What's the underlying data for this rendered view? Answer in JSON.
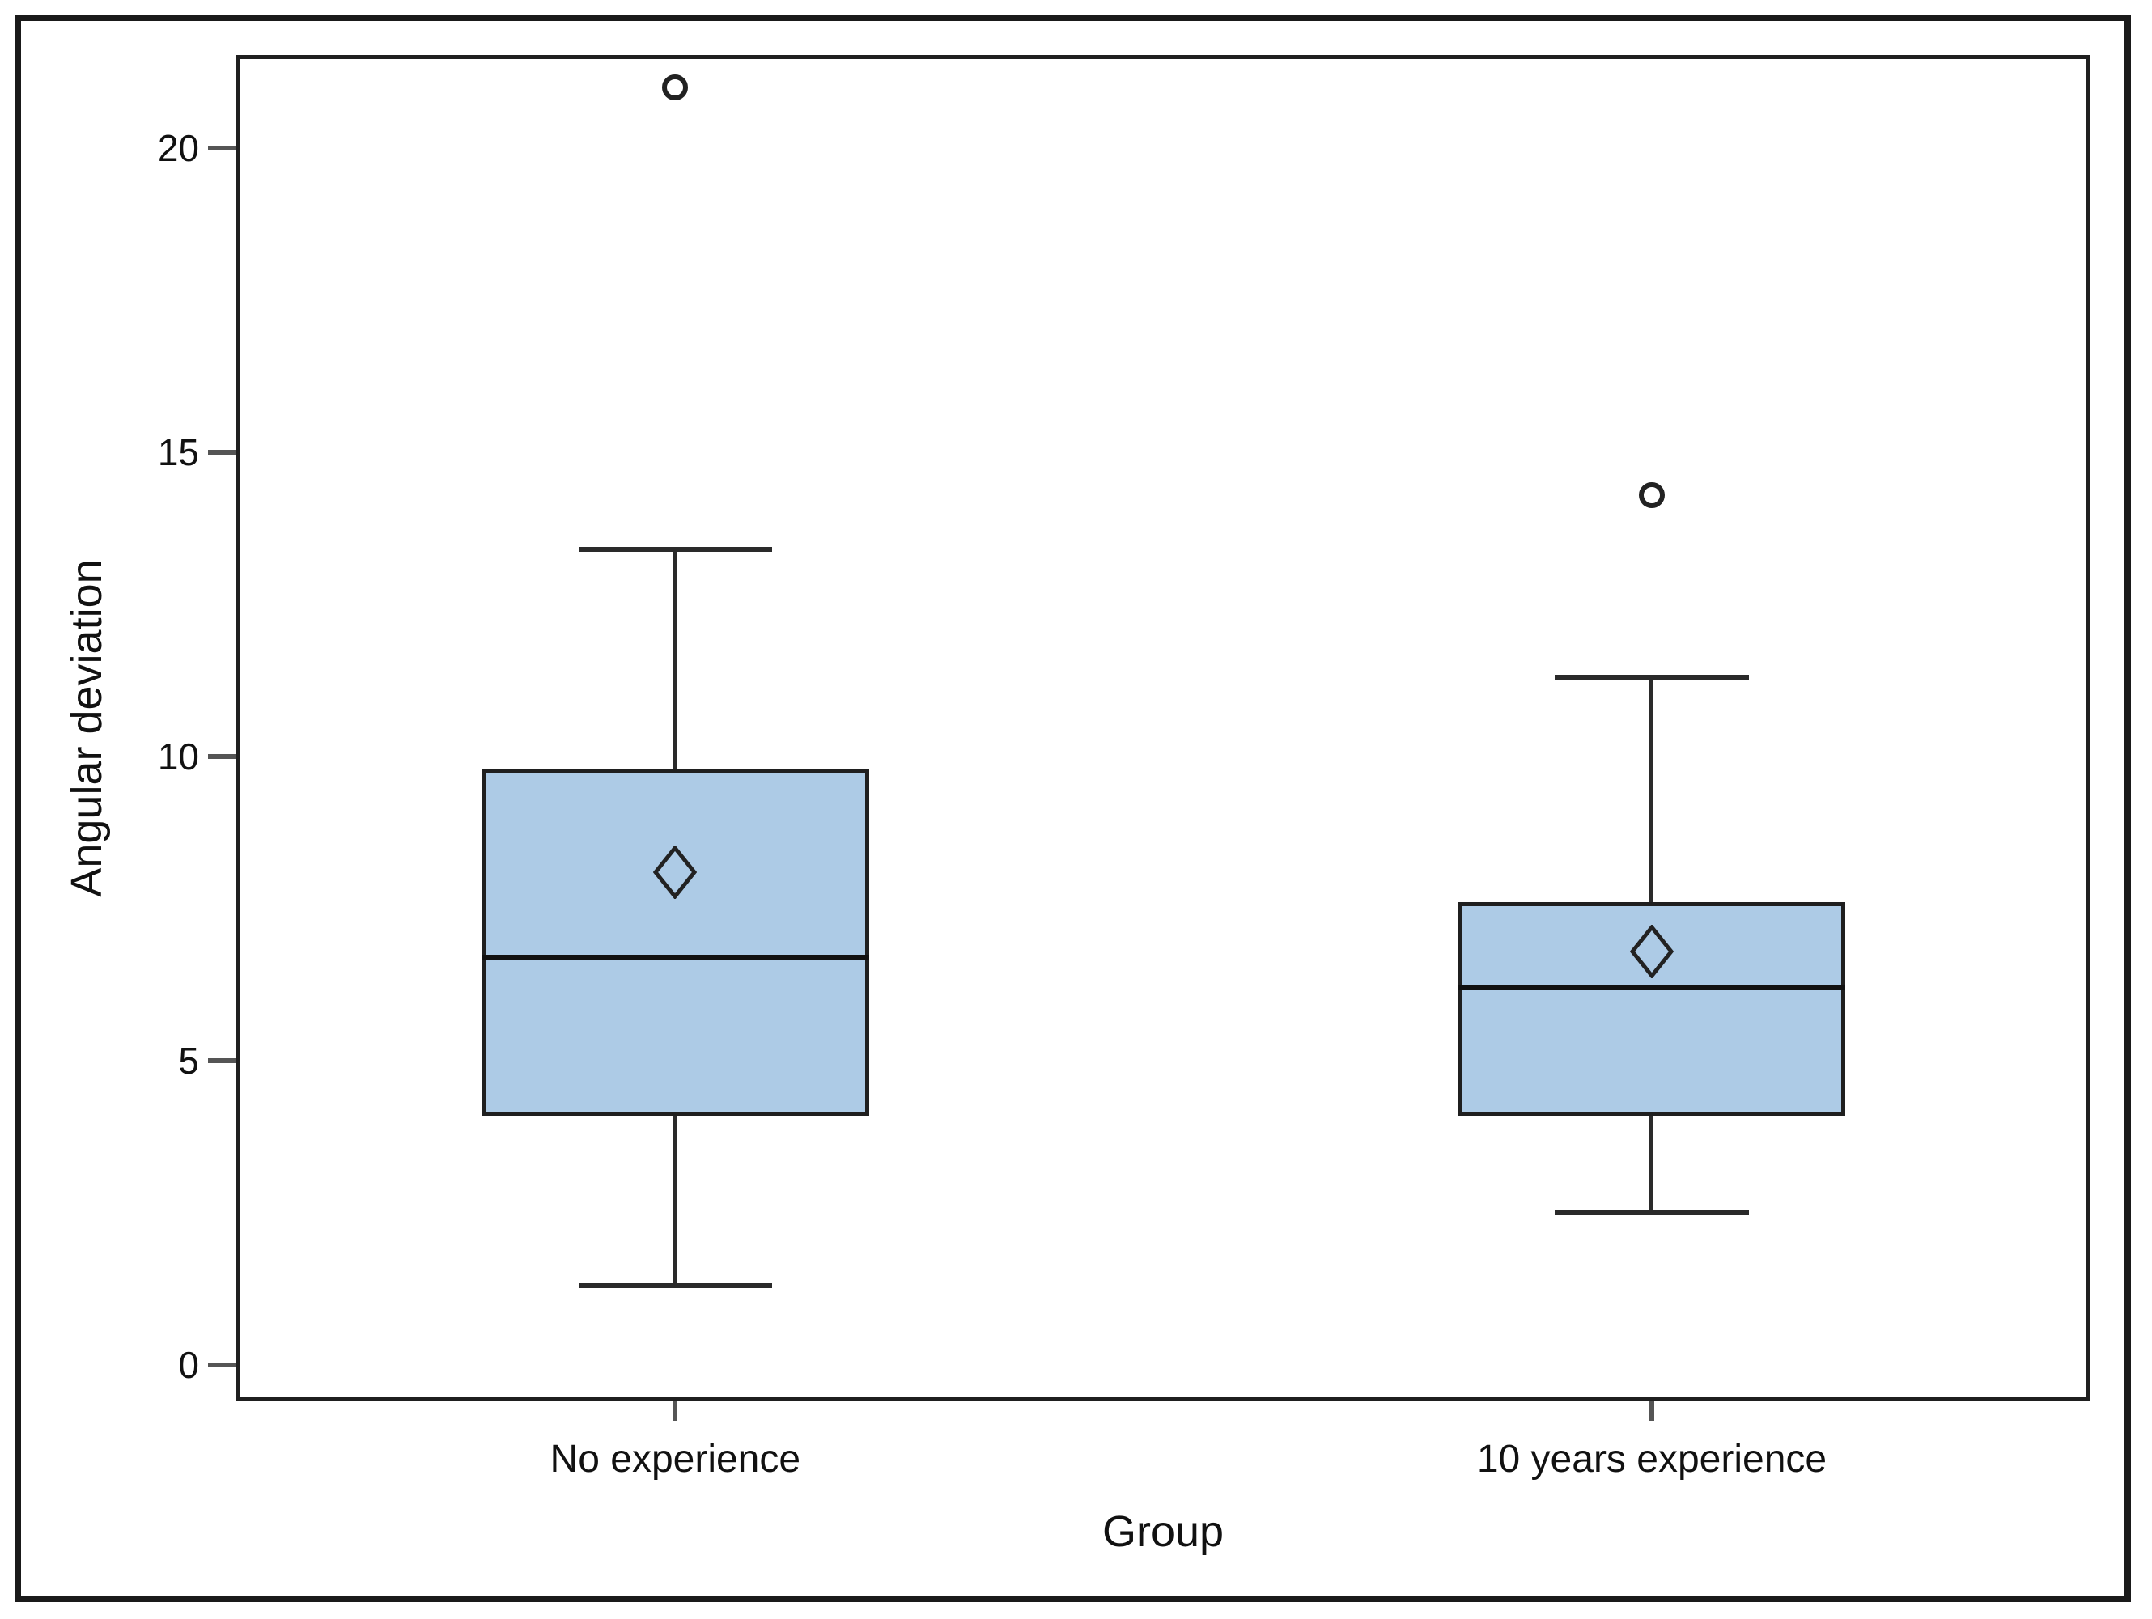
{
  "chart_data": {
    "type": "boxplot",
    "title": "",
    "xlabel": "Group",
    "ylabel": "Angular deviation",
    "categories": [
      "No experience",
      "10 years experience"
    ],
    "series": [
      {
        "category": "No experience",
        "whisker_low": 1.3,
        "q1": 4.1,
        "median": 6.7,
        "mean": 8.1,
        "q3": 9.8,
        "whisker_high": 13.4,
        "outliers": [
          21.0
        ]
      },
      {
        "category": "10 years experience",
        "whisker_low": 2.5,
        "q1": 4.1,
        "median": 6.2,
        "mean": 6.8,
        "q3": 7.6,
        "whisker_high": 11.3,
        "outliers": [
          14.3
        ]
      }
    ],
    "y_ticks": [
      0,
      5,
      10,
      15,
      20
    ],
    "y_tick_labels": [
      "0",
      "5",
      "10",
      "15",
      "20"
    ],
    "ylim": [
      -0.53,
      21.46
    ],
    "grid": false,
    "legend": "none",
    "colors": {
      "box_fill": "#ADCBE6",
      "stroke": "#1f1f1f",
      "tick": "#555555",
      "frame": "#1a1a1a"
    },
    "layout": {
      "category_center_pct": [
        23.6,
        76.5
      ],
      "box_width_pct": 21.0,
      "cap_width_pct": 10.5
    }
  }
}
